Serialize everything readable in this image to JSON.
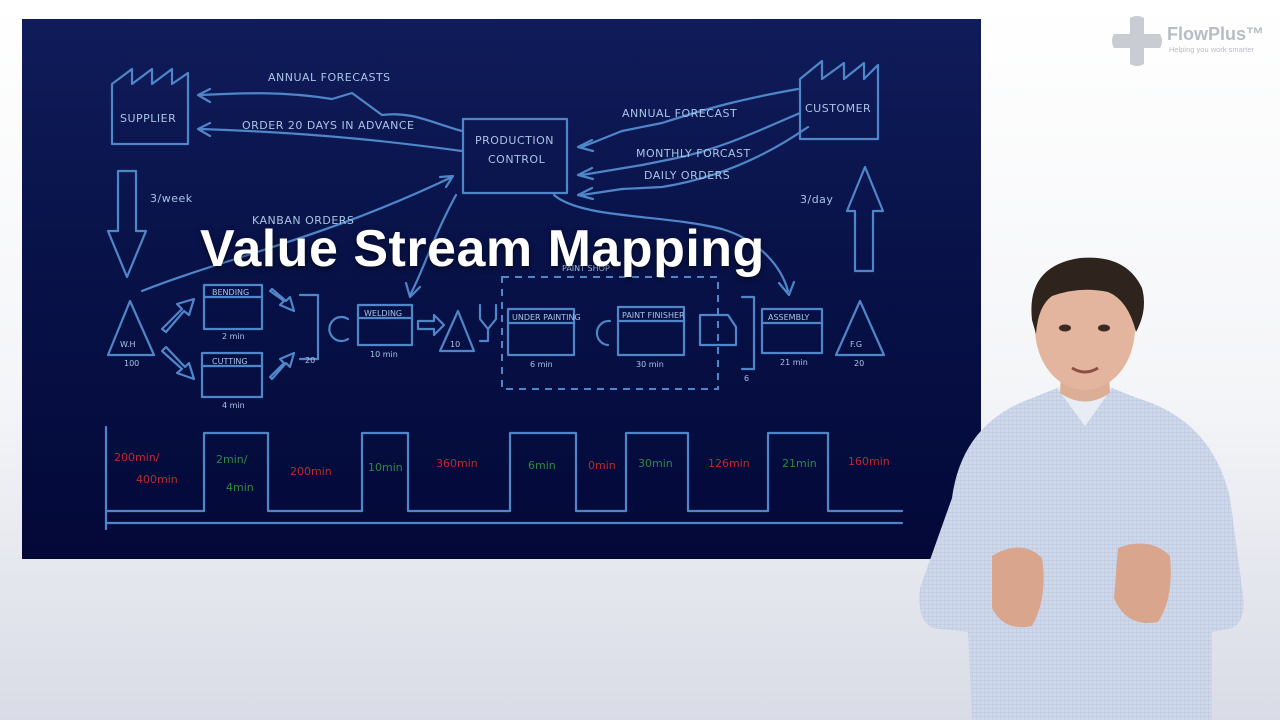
{
  "title": "Value Stream Mapping",
  "logo": {
    "name": "FlowPlus™",
    "tagline": "Helping you work smarter"
  },
  "diagram": {
    "supplier": "SUPPLIER",
    "customer": "CUSTOMER",
    "production_control": [
      "PRODUCTION",
      "CONTROL"
    ],
    "flows": {
      "annual_forecasts": "ANNUAL FORECASTS",
      "order_20_days": "ORDER 20 DAYS IN ADVANCE",
      "annual_forecast": "ANNUAL FORECAST",
      "monthly_forcast": "MONTHLY FORCAST",
      "daily_orders": "DAILY ORDERS",
      "kanban_orders": "KANBAN ORDERS",
      "supplier_rate": "3/week",
      "customer_rate": "3/day"
    },
    "inventory": [
      {
        "label": "W.H",
        "qty": "100"
      },
      {
        "label": "",
        "qty": "20"
      },
      {
        "label": "10",
        "qty": ""
      },
      {
        "label": "",
        "qty": "6"
      },
      {
        "label": "F.G",
        "qty": "20"
      }
    ],
    "processes": [
      {
        "name": "BENDING",
        "time": "2 min"
      },
      {
        "name": "CUTTING",
        "time": "4 min"
      },
      {
        "name": "WELDING",
        "time": "10 min"
      },
      {
        "name": "UNDER PAINTING",
        "time": "6 min"
      },
      {
        "name": "PAINT FINISHER",
        "time": "30 min"
      },
      {
        "name": "ASSEMBLY",
        "time": "21 min"
      }
    ],
    "paint_shop": "PAINT SHOP",
    "timeline": [
      {
        "text": [
          "200min/",
          "400min"
        ],
        "status": "red"
      },
      {
        "text": [
          "2min/",
          "4min"
        ],
        "status": "green"
      },
      {
        "text": [
          "200min"
        ],
        "status": "red"
      },
      {
        "text": [
          "10min"
        ],
        "status": "green"
      },
      {
        "text": [
          "360min"
        ],
        "status": "red"
      },
      {
        "text": [
          "6min"
        ],
        "status": "green"
      },
      {
        "text": [
          "0min"
        ],
        "status": "red"
      },
      {
        "text": [
          "30min"
        ],
        "status": "green"
      },
      {
        "text": [
          "126min"
        ],
        "status": "red"
      },
      {
        "text": [
          "21min"
        ],
        "status": "green"
      },
      {
        "text": [
          "160min"
        ],
        "status": "red"
      }
    ]
  },
  "colors": {
    "board_top": "#101c5a",
    "board_bottom": "#030838",
    "sketch_line": "#4f86c9",
    "value_add_time": "#2f8a3e",
    "wait_time": "#c0282b"
  },
  "icons": [
    "factory-icon",
    "inventory-triangle-icon",
    "push-arrow-icon",
    "kanban-loop-icon",
    "logo-plus-icon"
  ]
}
